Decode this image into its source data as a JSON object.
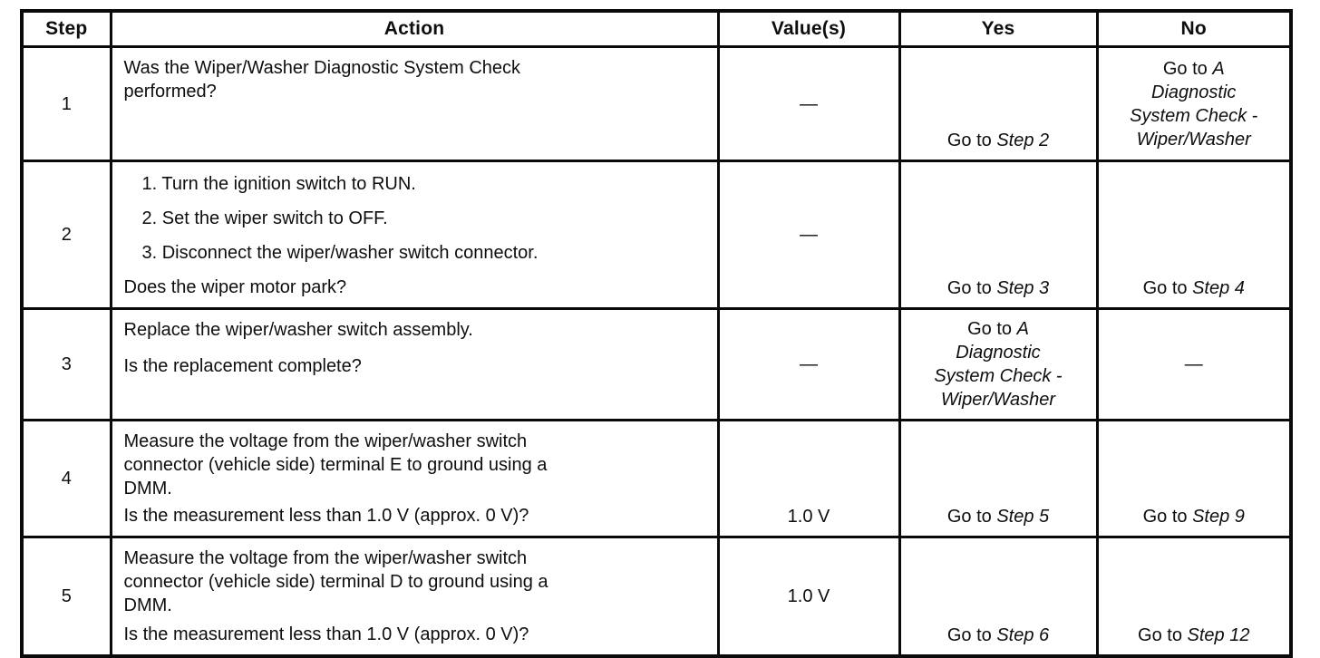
{
  "table": {
    "headers": [
      "Step",
      "Action",
      "Value(s)",
      "Yes",
      "No"
    ],
    "rows": [
      {
        "step": "1",
        "action": {
          "text": "Was the Wiper/Washer Diagnostic System Check performed?"
        },
        "value": "—",
        "yes": {
          "prefix": "Go to ",
          "target": "Step 2"
        },
        "no": {
          "prefix": "Go to ",
          "target": "A Diagnostic System Check - Wiper/Washer"
        }
      },
      {
        "step": "2",
        "action": {
          "list": [
            "1.  Turn the ignition switch to RUN.",
            "2.  Set the wiper switch to OFF.",
            "3.  Disconnect the wiper/washer switch connector."
          ],
          "question": "Does the wiper motor park?"
        },
        "value": "—",
        "yes": {
          "prefix": "Go to ",
          "target": "Step 3"
        },
        "no": {
          "prefix": "Go to ",
          "target": "Step 4"
        }
      },
      {
        "step": "3",
        "action": {
          "text": "Replace the wiper/washer switch assembly.",
          "question": "Is the replacement complete?"
        },
        "value": "—",
        "yes": {
          "prefix": "Go to ",
          "target": "A Diagnostic System Check - Wiper/Washer"
        },
        "no": "—"
      },
      {
        "step": "4",
        "action": {
          "text": "Measure the voltage from the wiper/washer switch connector (vehicle side) terminal E to ground using a DMM.",
          "question": "Is the measurement less than 1.0 V (approx. 0 V)?"
        },
        "value": "1.0 V",
        "yes": {
          "prefix": "Go to ",
          "target": "Step 5"
        },
        "no": {
          "prefix": "Go to ",
          "target": "Step 9"
        }
      },
      {
        "step": "5",
        "action": {
          "text": "Measure the voltage from the wiper/washer switch connector (vehicle side) terminal D to ground using a DMM.",
          "question": "Is the measurement less than 1.0 V (approx. 0 V)?"
        },
        "value": "1.0 V",
        "yes": {
          "prefix": "Go to ",
          "target": "Step 6"
        },
        "no": {
          "prefix": "Go to ",
          "target": "Step 12"
        }
      }
    ]
  }
}
